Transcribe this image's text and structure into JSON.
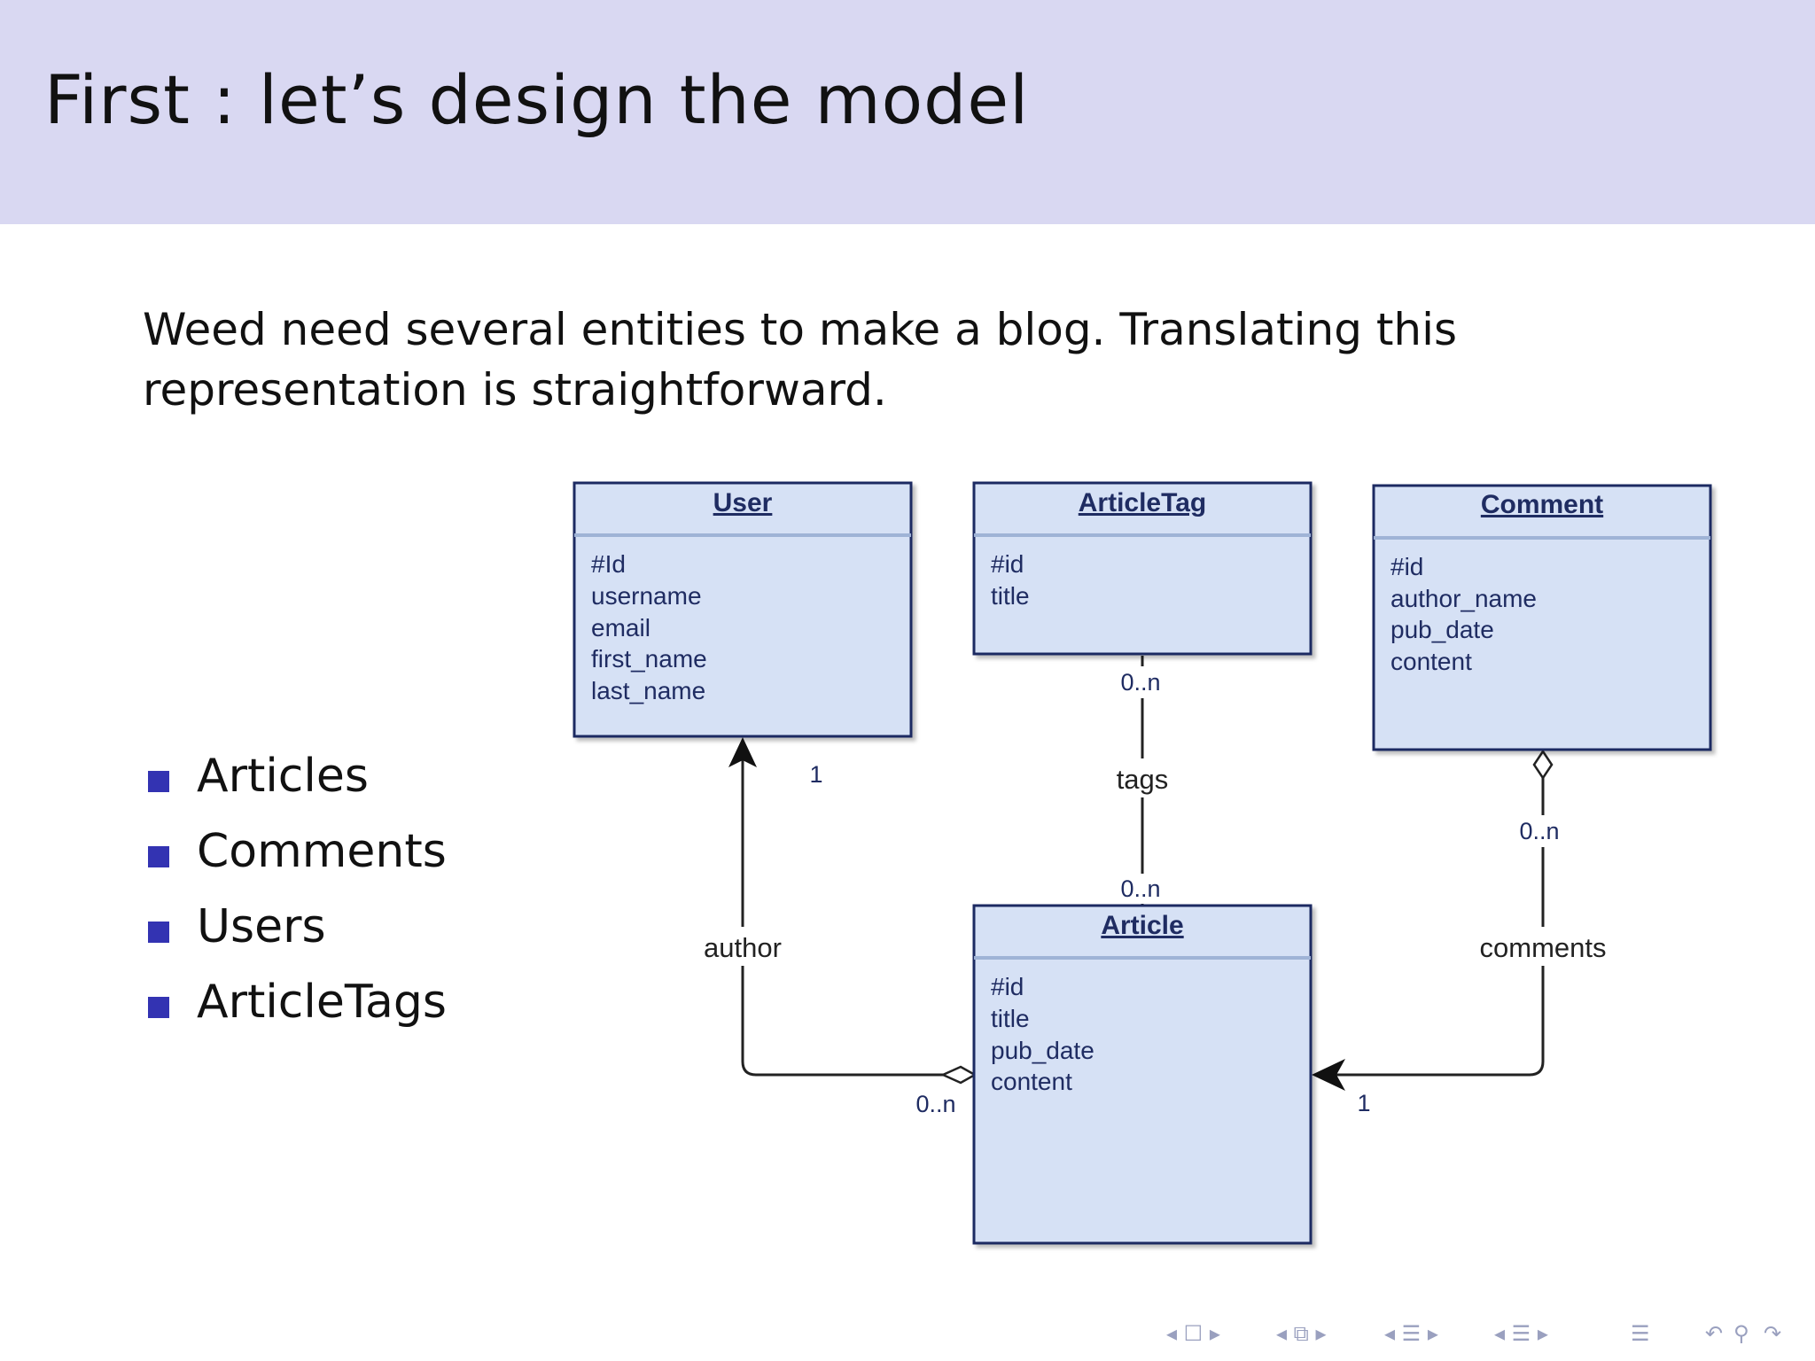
{
  "slide": {
    "title": "First : let’s design the model",
    "intro": [
      "Weed need several entities to make a blog.  Translating this",
      "representation is straightforward."
    ],
    "bullets": [
      "Articles",
      "Comments",
      "Users",
      "ArticleTags"
    ]
  },
  "diagram": {
    "classes": {
      "user": {
        "name": "User",
        "attributes": [
          "#Id",
          "username",
          "email",
          "first_name",
          "last_name"
        ]
      },
      "articletag": {
        "name": "ArticleTag",
        "attributes": [
          "#id",
          "title"
        ]
      },
      "comment": {
        "name": "Comment",
        "attributes": [
          "#id",
          "author_name",
          "pub_date",
          "content"
        ]
      },
      "article": {
        "name": "Article",
        "attributes": [
          "#id",
          "title",
          "pub_date",
          "content"
        ]
      }
    },
    "associations": {
      "author": {
        "label": "author",
        "mult_user": "1",
        "mult_article": "0..n"
      },
      "tags": {
        "label": "tags",
        "mult_tag": "0..n",
        "mult_article": "0..n"
      },
      "comments": {
        "label": "comments",
        "mult_comment": "0..n",
        "mult_article": "1"
      }
    }
  },
  "navigation": {
    "icons": [
      "nav-first-icon",
      "nav-frame-icon",
      "nav-section-icon",
      "nav-subsection-icon",
      "nav-toc-icon",
      "nav-back-icon",
      "nav-search-icon",
      "nav-forward-icon"
    ]
  },
  "colors": {
    "title_bar": "#d9d8f2",
    "bullet": "#3333b2",
    "class_fill": "#d6e1f5",
    "class_border": "#1f2c62"
  }
}
